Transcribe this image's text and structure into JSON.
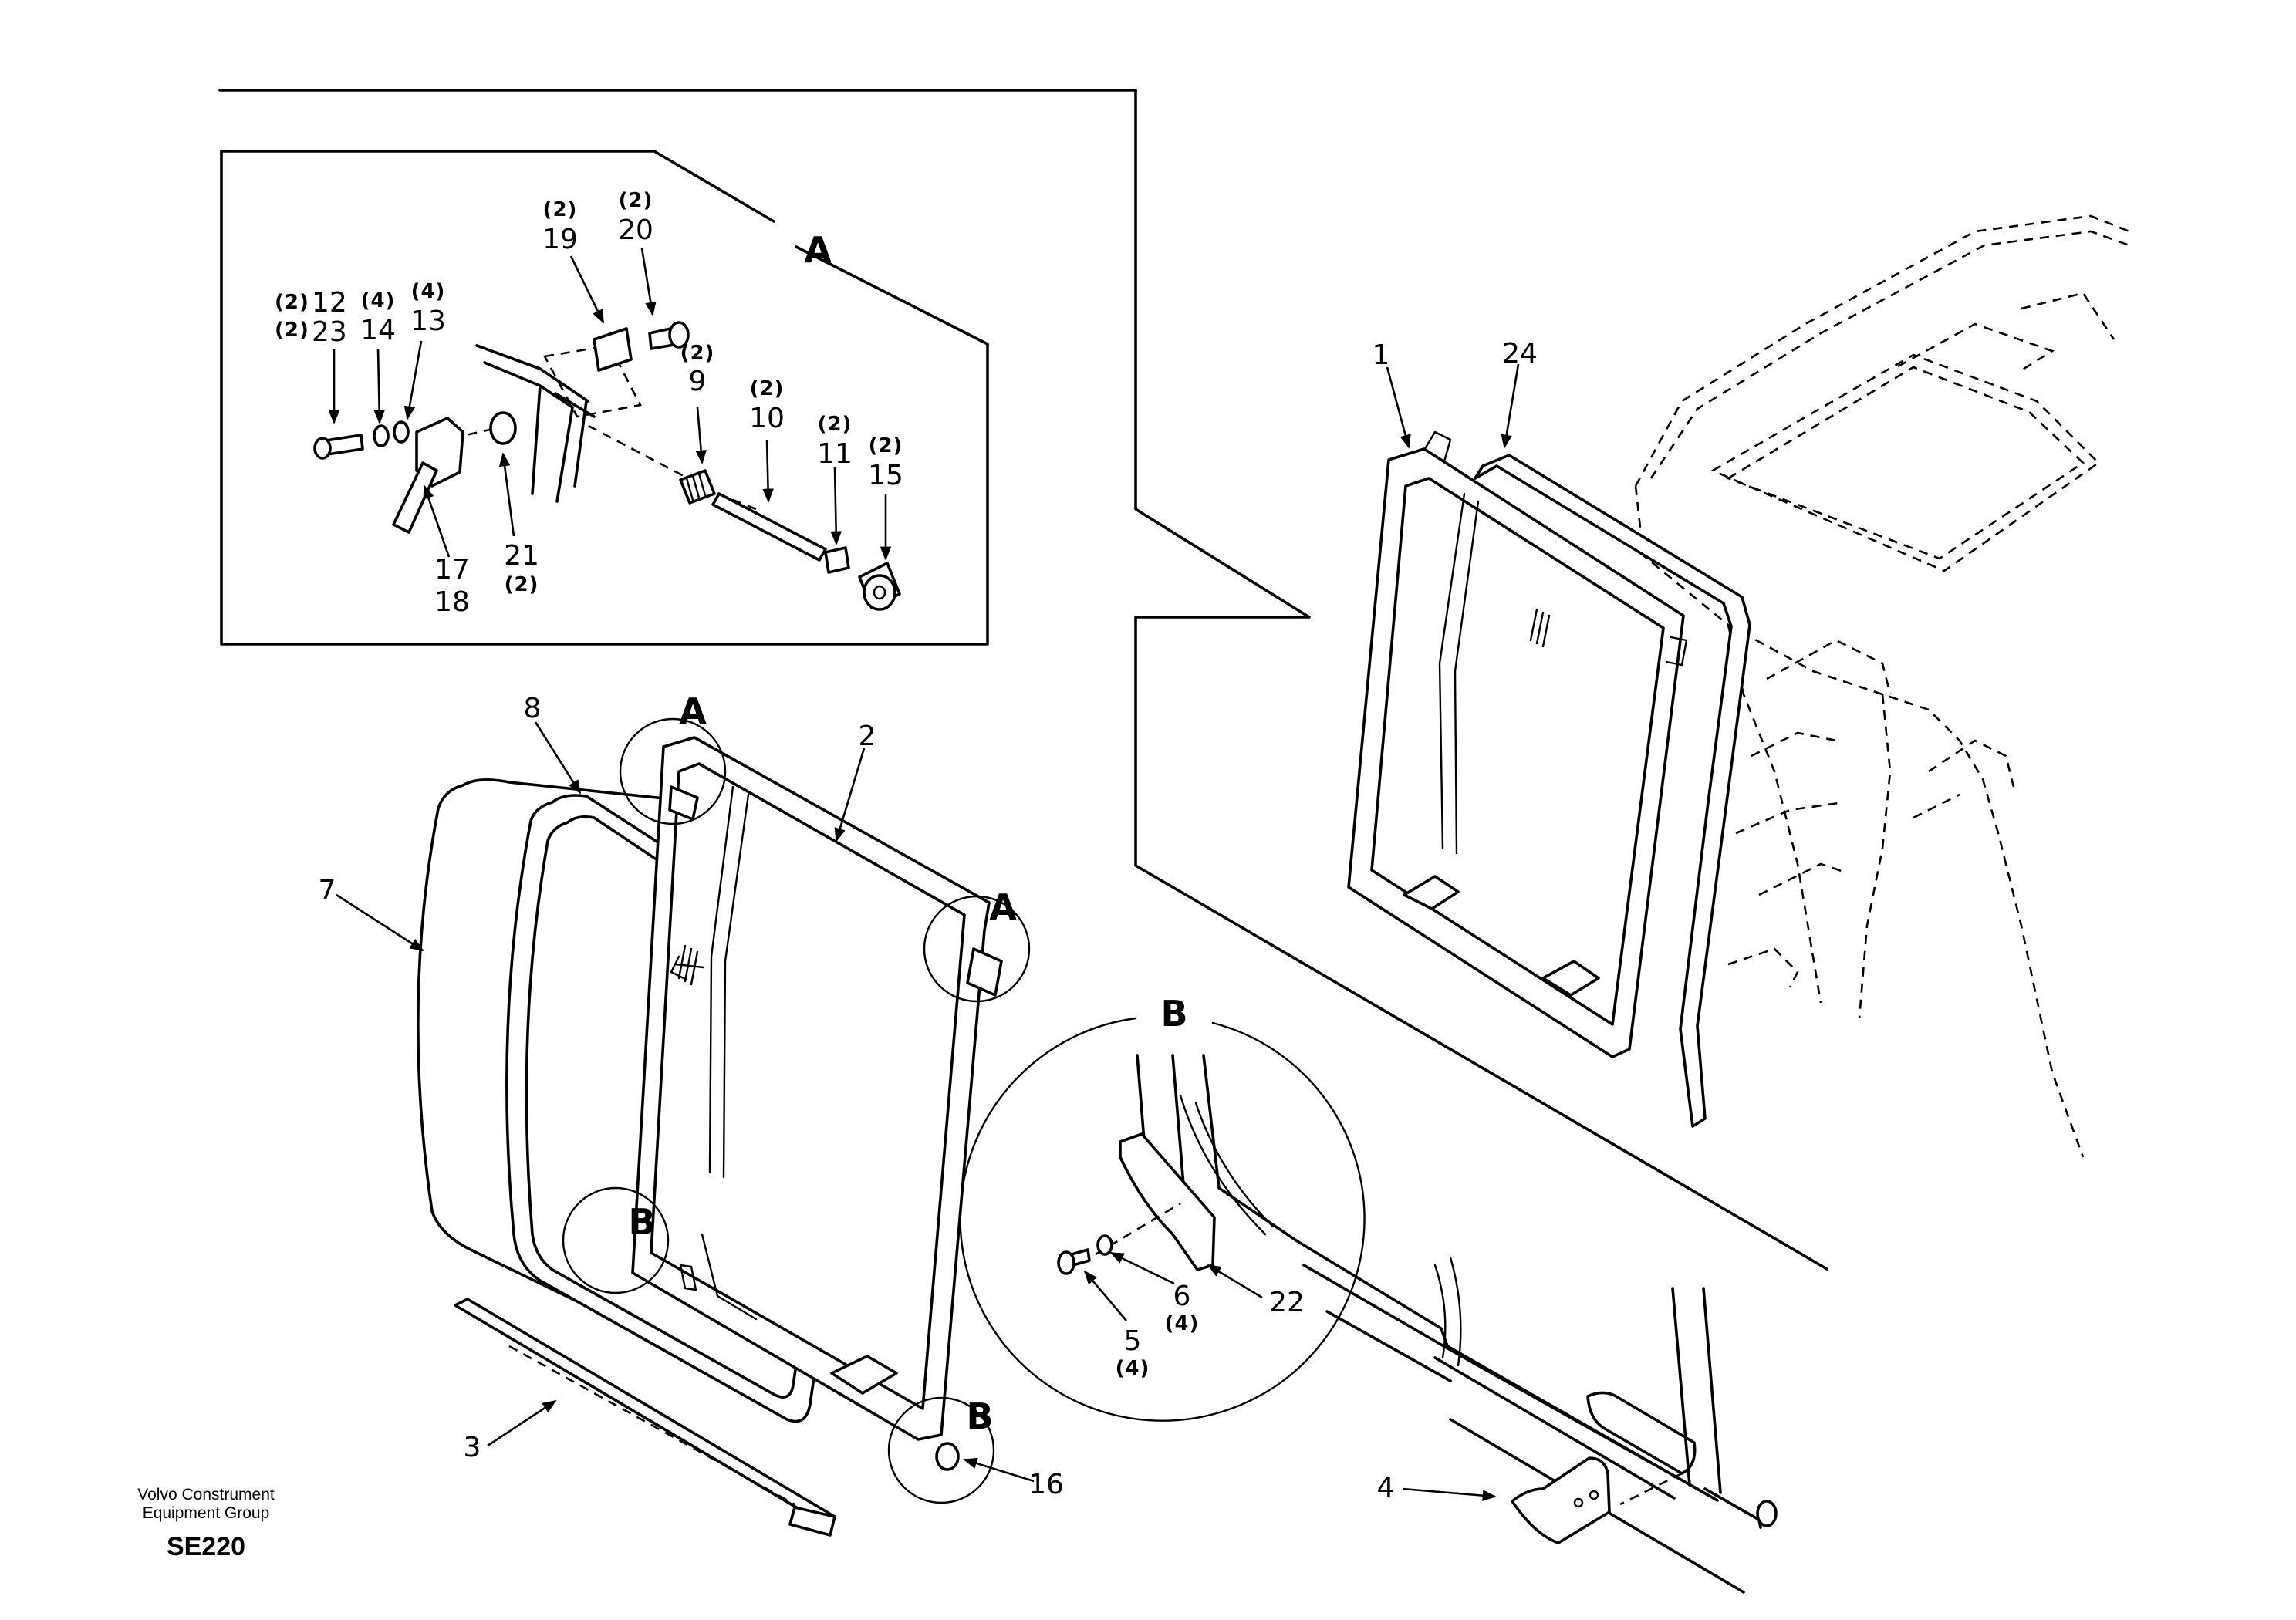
{
  "footer": {
    "manufacturer_line1": "Volvo Construment",
    "manufacturer_line2": "Equipment Group",
    "drawing_code": "SE220"
  },
  "detail_labels": {
    "a_inset": "A",
    "a_top": "A",
    "a_right": "A",
    "b_inset": "B",
    "b_left": "B",
    "b_right": "B"
  },
  "callouts": {
    "p1": "1",
    "p24": "24",
    "p2": "2",
    "p3": "3",
    "p4": "4",
    "p5": "5",
    "p5_qty": "(4)",
    "p6": "6",
    "p6_qty": "(4)",
    "p7": "7",
    "p8": "8",
    "p9": "9",
    "p9_qty": "(2)",
    "p10": "10",
    "p10_qty": "(2)",
    "p11": "11",
    "p11_qty": "(2)",
    "p12": "12",
    "p12_qty": "(2)",
    "p13": "13",
    "p13_qty": "(4)",
    "p14": "14",
    "p14_qty": "(4)",
    "p15": "15",
    "p15_qty": "(2)",
    "p16": "16",
    "p17": "17",
    "p18": "18",
    "p19": "19",
    "p19_qty": "(2)",
    "p20": "20",
    "p20_qty": "(2)",
    "p21": "21",
    "p21_qty": "(2)",
    "p22": "22",
    "p23": "23",
    "p23_qty": "(2)"
  }
}
